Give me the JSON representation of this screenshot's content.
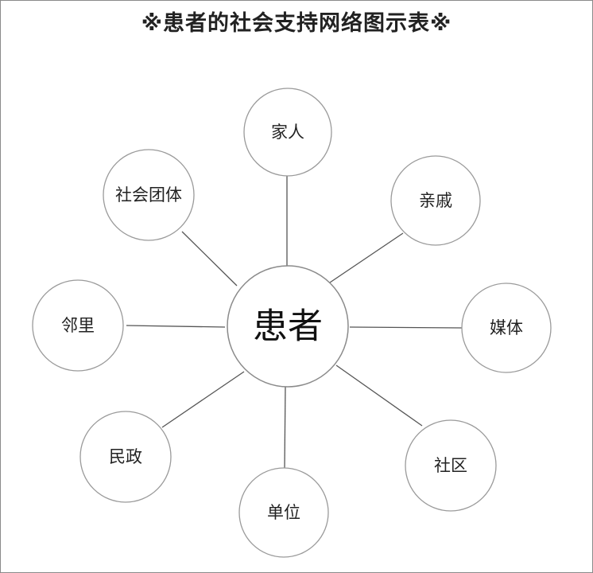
{
  "title": "※患者的社会支持网络图示表※",
  "center": {
    "label": "患者"
  },
  "nodes": [
    {
      "id": "family",
      "label": "家人"
    },
    {
      "id": "relatives",
      "label": "亲戚"
    },
    {
      "id": "media",
      "label": "媒体"
    },
    {
      "id": "community",
      "label": "社区"
    },
    {
      "id": "workplace",
      "label": "单位"
    },
    {
      "id": "civil-affairs",
      "label": "民政"
    },
    {
      "id": "neighbors",
      "label": "邻里"
    },
    {
      "id": "social-groups",
      "label": "社会团体"
    }
  ],
  "colors": {
    "line": "#555555",
    "circle_stroke": "#9a9a9a",
    "text": "#222222"
  }
}
